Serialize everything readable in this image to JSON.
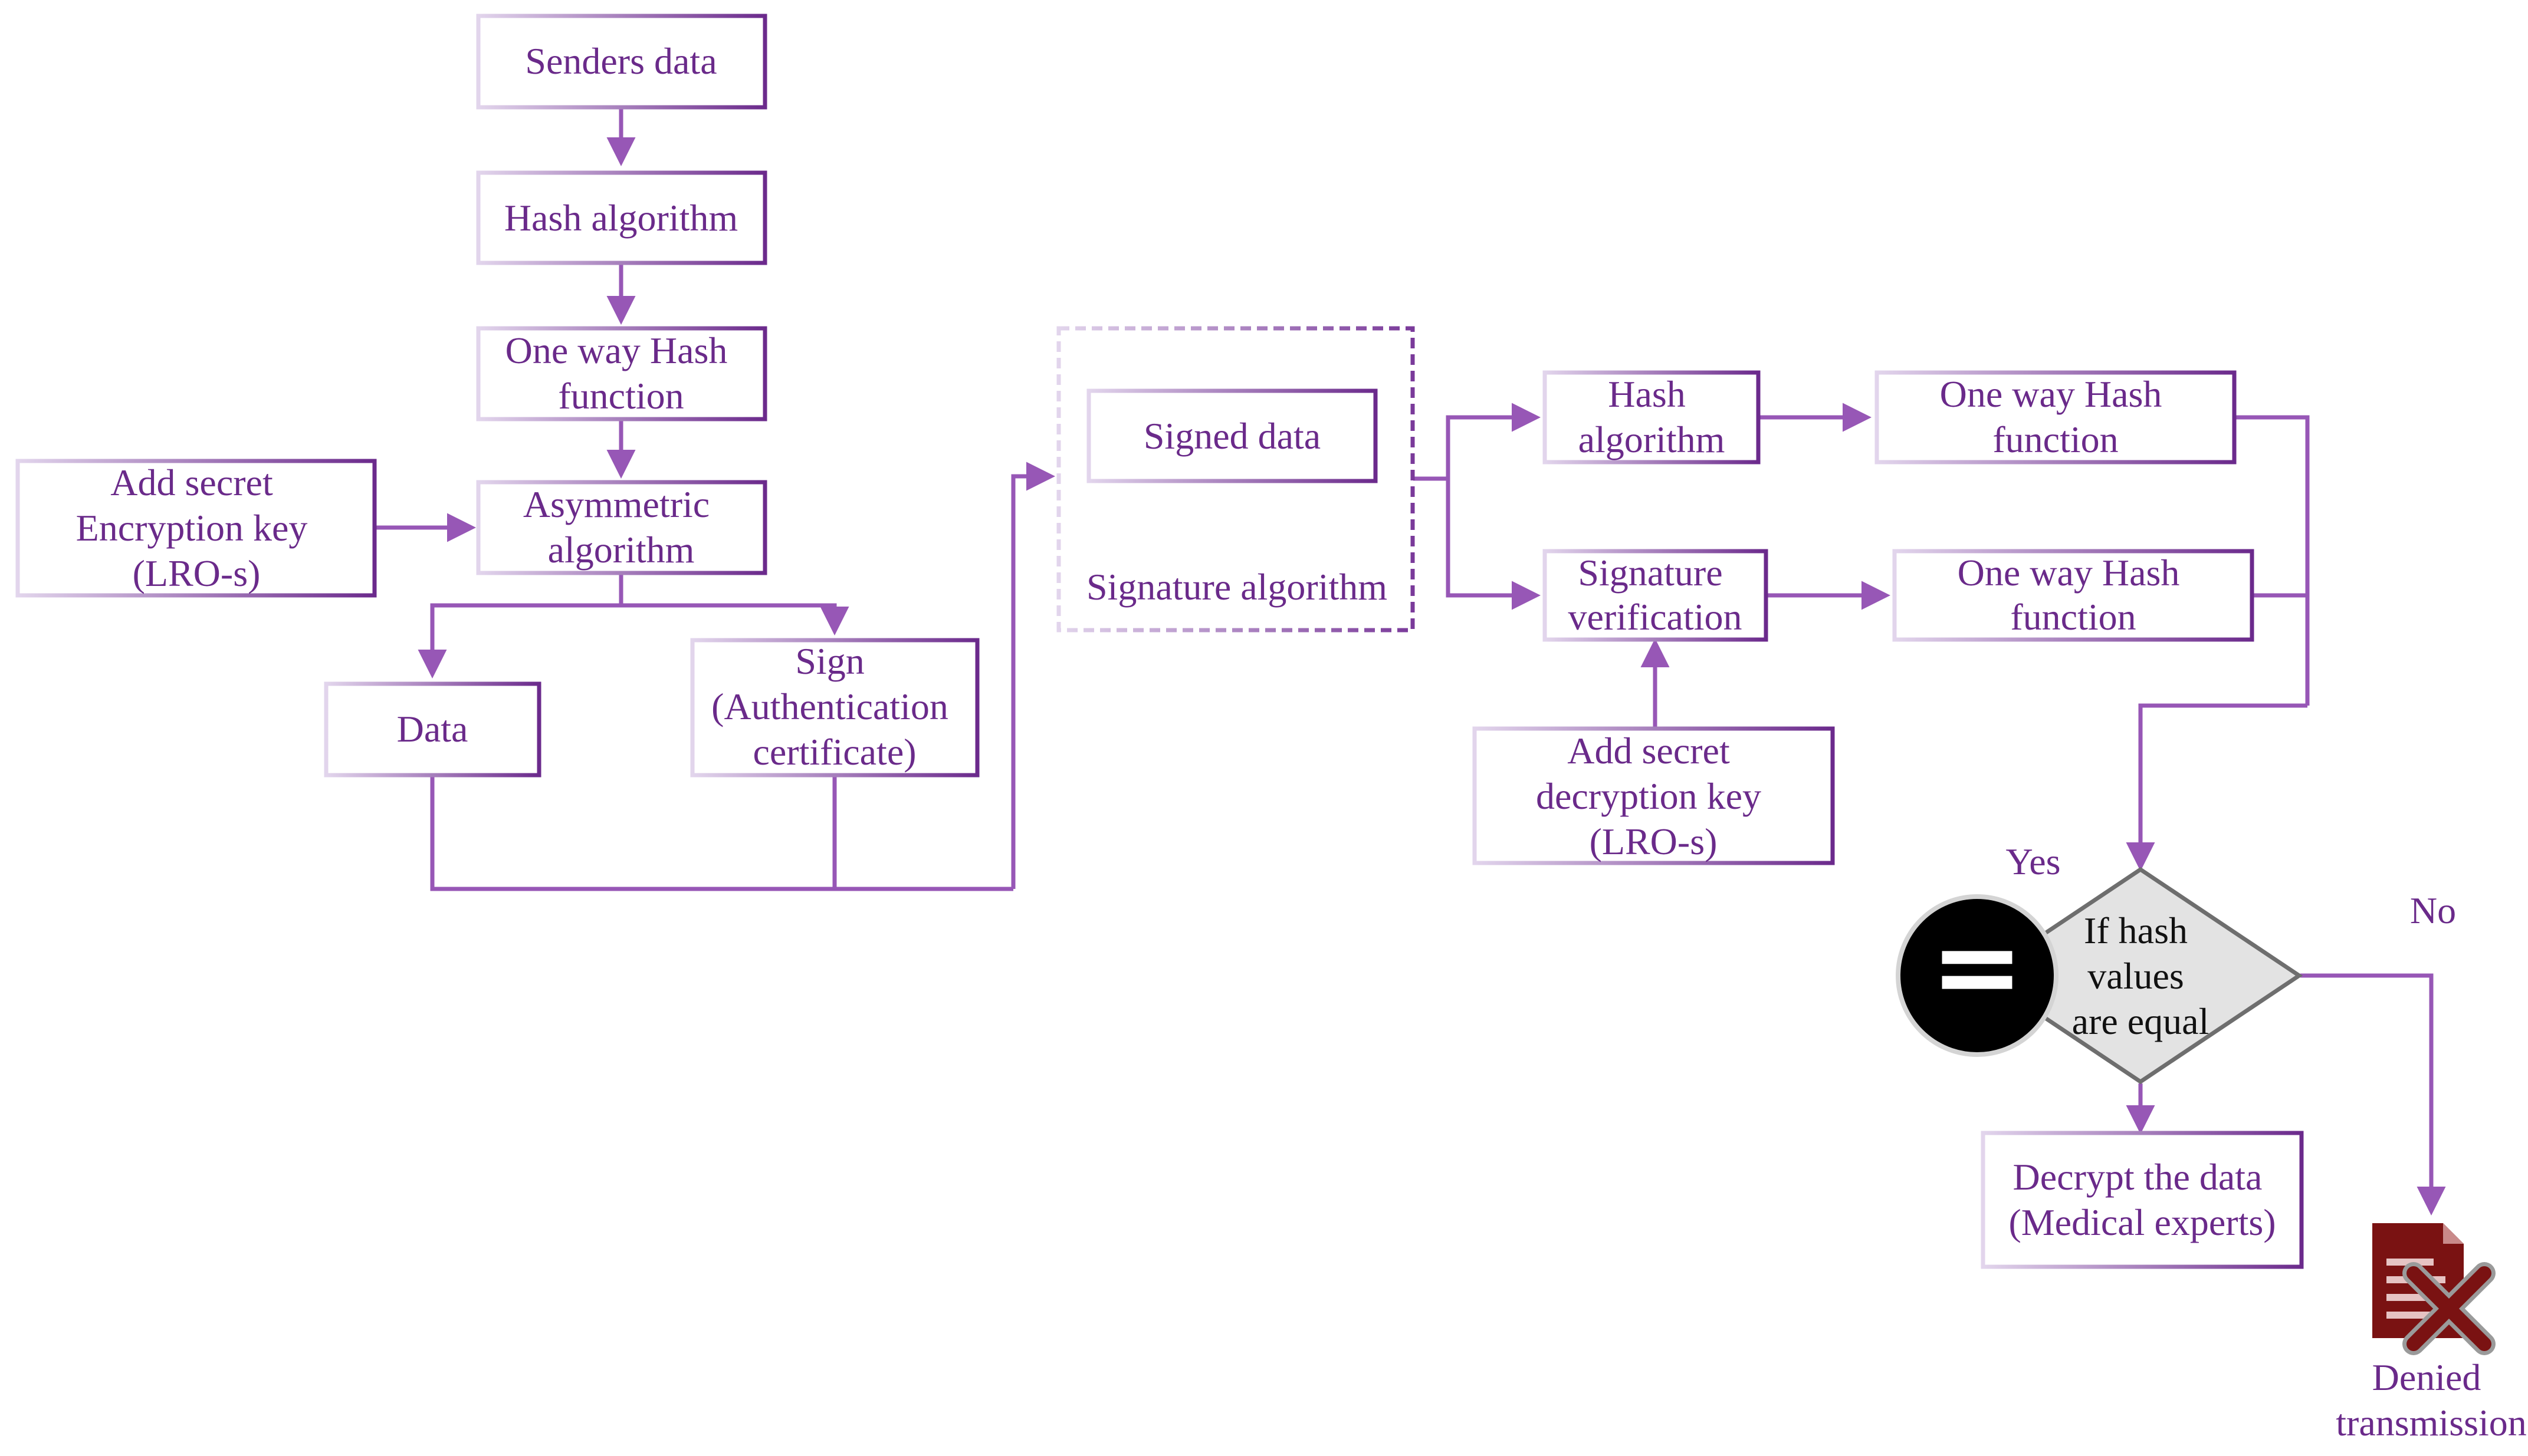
{
  "nodes": {
    "senders_data": {
      "lines": [
        "Senders data"
      ]
    },
    "hash_algorithm_1": {
      "lines": [
        "Hash algorithm"
      ]
    },
    "one_way_hash_1": {
      "lines": [
        "One way Hash",
        "function"
      ]
    },
    "add_secret_encryption": {
      "lines": [
        "Add secret",
        "Encryption key",
        "(LRO-s)"
      ]
    },
    "asymmetric_algorithm": {
      "lines": [
        "Asymmetric",
        "algorithm"
      ]
    },
    "data": {
      "lines": [
        "Data"
      ]
    },
    "sign": {
      "lines": [
        "Sign",
        "(Authentication",
        "certificate)"
      ]
    },
    "signed_data": {
      "lines": [
        "Signed data"
      ]
    },
    "signature_algorithm": {
      "lines": [
        "Signature algorithm"
      ]
    },
    "hash_algorithm_2": {
      "lines": [
        "Hash",
        "algorithm"
      ]
    },
    "one_way_hash_2": {
      "lines": [
        "One way Hash",
        "function"
      ]
    },
    "signature_verification": {
      "lines": [
        "Signature",
        "verification"
      ]
    },
    "one_way_hash_3": {
      "lines": [
        "One way Hash",
        "function"
      ]
    },
    "add_secret_decryption": {
      "lines": [
        "Add secret",
        "decryption key",
        "(LRO-s)"
      ]
    },
    "decision": {
      "lines": [
        "If hash",
        "values",
        "are equal"
      ]
    },
    "decrypt_data": {
      "lines": [
        "Decrypt the data",
        "(Medical experts)"
      ]
    },
    "denied": {
      "lines": [
        "Denied",
        "transmission"
      ]
    }
  },
  "labels": {
    "yes": "Yes",
    "no": "No",
    "equals_symbol": "="
  },
  "icons": {
    "equals": "equals-circle-icon",
    "denied": "document-denied-icon"
  },
  "colors": {
    "stroke": "#9757b6",
    "text": "#6a2a8a",
    "box_dark": "#6b2a8c",
    "box_light": "#e2d5ec",
    "diamond_fill": "#e3e3e3",
    "diamond_stroke": "#6e6e6e",
    "doc_red": "#7a1212"
  }
}
